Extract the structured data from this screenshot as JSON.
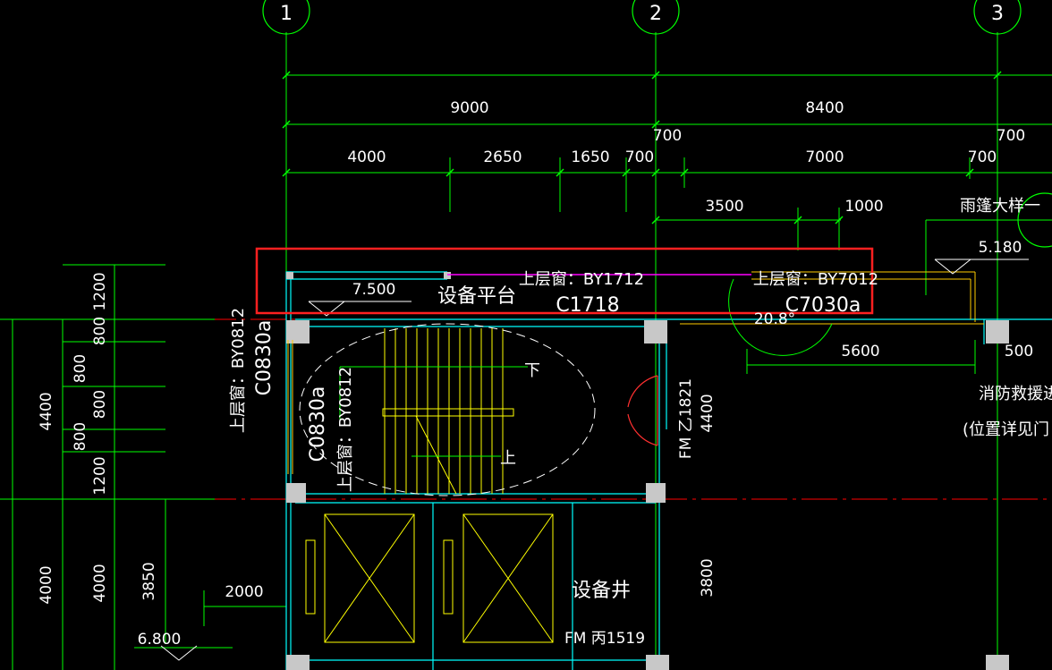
{
  "axes": {
    "a1": "1",
    "a2": "2",
    "a3": "3"
  },
  "top_dims": {
    "total_left": "9000",
    "total_right": "8400",
    "d700a": "700",
    "d700b": "700",
    "seg1": "4000",
    "seg2": "2650",
    "seg3": "1650",
    "seg4": "700",
    "seg5": "7000",
    "seg6": "700",
    "seg7": "3500",
    "seg8": "1000"
  },
  "left_dims": {
    "v1200a": "1200",
    "v800a": "800",
    "v800b": "800",
    "v800c": "800",
    "v800d": "800",
    "v1200b": "1200",
    "v4400": "4400",
    "v4000a": "4000",
    "v4000b": "4000",
    "v3850": "3850"
  },
  "labels": {
    "elev1": "7.500",
    "platform": "设备平台",
    "upper_win1": "上层窗：BY1712",
    "win1": "C1718",
    "upper_win2": "上层窗：BY7012",
    "win2": "C7030a",
    "arc": "20.8°",
    "canopy": "雨篷大样一",
    "elev2": "5.180",
    "d5600": "5600",
    "d500": "500",
    "fire1": "消防救援进",
    "fire2": "(位置详见门",
    "side_win_upper": "上层窗：BY0812",
    "side_win": "C0830a",
    "inner_win": "C0830a",
    "inner_win_upper": "上层窗：BY0812",
    "down": "下",
    "up": "上",
    "door": "FM 乙1821",
    "d4400r": "4400",
    "d3800": "3800",
    "shaft": "设备井",
    "door2": "FM 丙1519",
    "d2000": "2000",
    "elev3": "6.800"
  },
  "colors": {
    "background": "#000000",
    "dimension": "#00ff00",
    "text": "#ffffff",
    "wall": "#00ffff",
    "highlight": "#ff2020",
    "stairs": "#ffff00",
    "window": "#ff00ff",
    "axis": "#ff0000"
  }
}
